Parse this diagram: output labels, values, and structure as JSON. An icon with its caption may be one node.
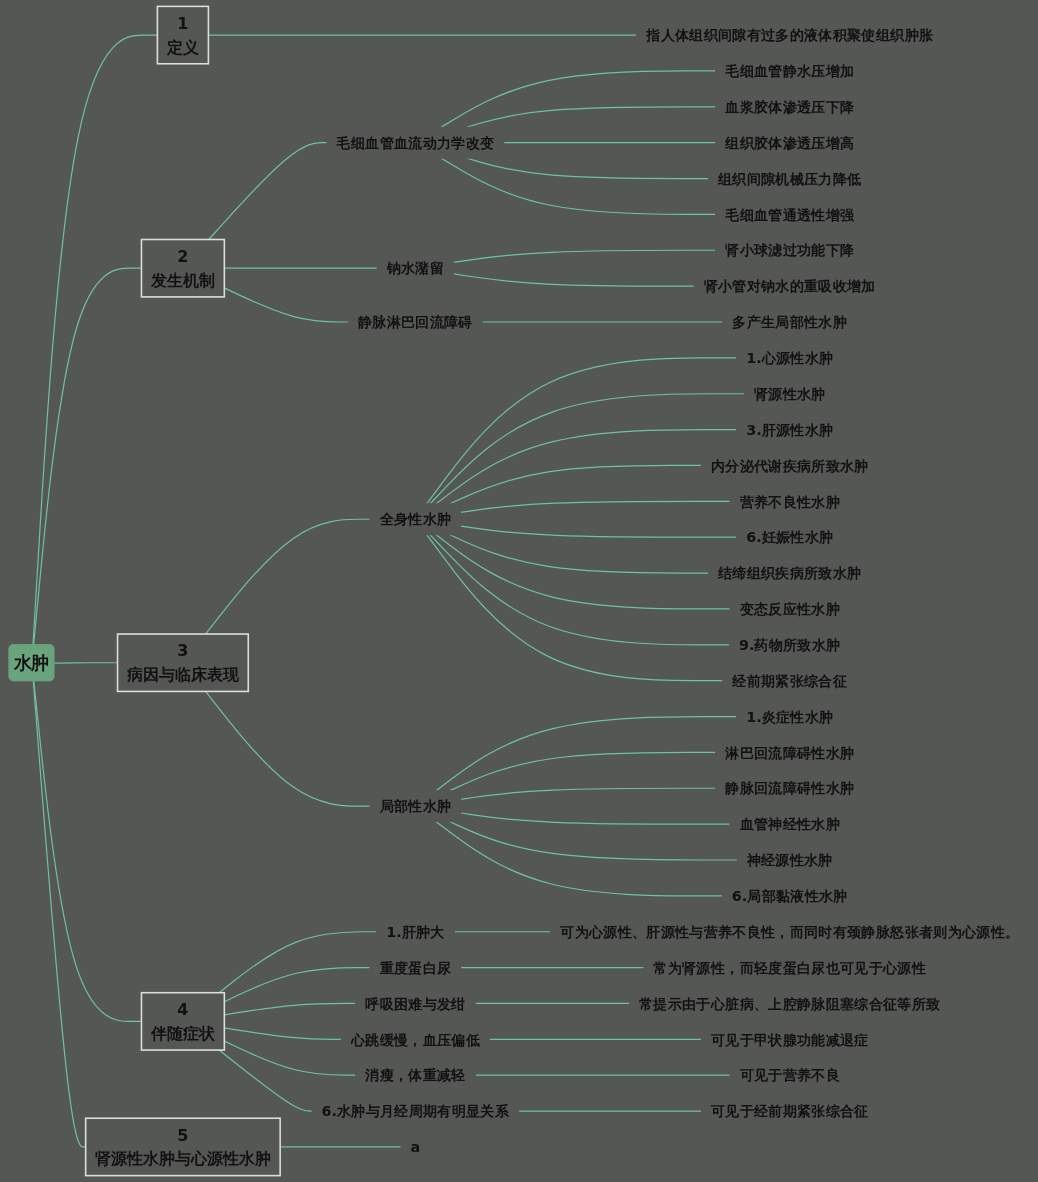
{
  "diagram": {
    "nodes": [
      {
        "text": [
          "水肿"
        ]
      },
      {
        "text": [
          "1",
          "定义"
        ]
      },
      {
        "text": [
          "指人体组织间隙有过多的液体积聚使组织肿胀"
        ]
      },
      {
        "text": [
          "2",
          "发生机制"
        ]
      },
      {
        "text": [
          "毛细血管血流动力学改变"
        ]
      },
      {
        "text": [
          "毛细血管静水压增加"
        ]
      },
      {
        "text": [
          "血浆胶体渗透压下降"
        ]
      },
      {
        "text": [
          "组织胶体渗透压增高"
        ]
      },
      {
        "text": [
          "组织间隙机械压力降低"
        ]
      },
      {
        "text": [
          "毛细血管通透性增强"
        ]
      },
      {
        "text": [
          "钠水潴留"
        ]
      },
      {
        "text": [
          "肾小球滤过功能下降"
        ]
      },
      {
        "text": [
          "肾小管对钠水的重吸收增加"
        ]
      },
      {
        "text": [
          "静脉淋巴回流障碍"
        ]
      },
      {
        "text": [
          "多产生局部性水肿"
        ]
      },
      {
        "text": [
          "3",
          "病因与临床表现"
        ]
      },
      {
        "text": [
          "全身性水肿"
        ]
      },
      {
        "text": [
          "1.心源性水肿"
        ]
      },
      {
        "text": [
          "肾源性水肿"
        ]
      },
      {
        "text": [
          "3.肝源性水肿"
        ]
      },
      {
        "text": [
          "内分泌代谢疾病所致水肿"
        ]
      },
      {
        "text": [
          "营养不良性水肿"
        ]
      },
      {
        "text": [
          "6.妊娠性水肿"
        ]
      },
      {
        "text": [
          "结缔组织疾病所致水肿"
        ]
      },
      {
        "text": [
          "变态反应性水肿"
        ]
      },
      {
        "text": [
          "9.药物所致水肿"
        ]
      },
      {
        "text": [
          "经前期紧张综合征"
        ]
      },
      {
        "text": [
          "局部性水肿"
        ]
      },
      {
        "text": [
          "1.炎症性水肿"
        ]
      },
      {
        "text": [
          "淋巴回流障碍性水肿"
        ]
      },
      {
        "text": [
          "静脉回流障碍性水肿"
        ]
      },
      {
        "text": [
          "血管神经性水肿"
        ]
      },
      {
        "text": [
          "神经源性水肿"
        ]
      },
      {
        "text": [
          "6.局部黏液性水肿"
        ]
      },
      {
        "text": [
          "4",
          "伴随症状"
        ]
      },
      {
        "text": [
          "1.肝肿大"
        ]
      },
      {
        "text": [
          "可为心源性、肝源性与营养不良性，而同时有颈静脉怒张者则为心源性。"
        ]
      },
      {
        "text": [
          "重度蛋白尿"
        ]
      },
      {
        "text": [
          "常为肾源性，而轻度蛋白尿也可见于心源性"
        ]
      },
      {
        "text": [
          "呼吸困难与发绀"
        ]
      },
      {
        "text": [
          "常提示由于心脏病、上腔静脉阻塞综合征等所致"
        ]
      },
      {
        "text": [
          "心跳缓慢，血压偏低"
        ]
      },
      {
        "text": [
          "可见于甲状腺功能减退症"
        ]
      },
      {
        "text": [
          "消瘦，体重减轻"
        ]
      },
      {
        "text": [
          "可见于营养不良"
        ]
      },
      {
        "text": [
          "6.水肿与月经周期有明显关系"
        ]
      },
      {
        "text": [
          "可见于经前期紧张综合征"
        ]
      },
      {
        "text": [
          "5",
          "肾源性水肿与心源性水肿"
        ]
      },
      {
        "text": [
          "a"
        ]
      }
    ],
    "edges": [
      {
        "from": 0,
        "to": 1,
        "arrow": "none"
      },
      {
        "from": 1,
        "to": 2,
        "arrow": "none"
      },
      {
        "from": 0,
        "to": 3,
        "arrow": "none"
      },
      {
        "from": 3,
        "to": 4,
        "arrow": "none"
      },
      {
        "from": 4,
        "to": 5,
        "arrow": "none"
      },
      {
        "from": 4,
        "to": 6,
        "arrow": "none"
      },
      {
        "from": 4,
        "to": 7,
        "arrow": "none"
      },
      {
        "from": 4,
        "to": 8,
        "arrow": "none"
      },
      {
        "from": 4,
        "to": 9,
        "arrow": "none"
      },
      {
        "from": 3,
        "to": 10,
        "arrow": "none"
      },
      {
        "from": 10,
        "to": 11,
        "arrow": "none"
      },
      {
        "from": 10,
        "to": 12,
        "arrow": "none"
      },
      {
        "from": 3,
        "to": 13,
        "arrow": "none"
      },
      {
        "from": 13,
        "to": 14,
        "arrow": "none"
      },
      {
        "from": 0,
        "to": 15,
        "arrow": "none"
      },
      {
        "from": 15,
        "to": 16,
        "arrow": "none"
      },
      {
        "from": 16,
        "to": 17,
        "arrow": "none"
      },
      {
        "from": 16,
        "to": 18,
        "arrow": "none"
      },
      {
        "from": 16,
        "to": 19,
        "arrow": "none"
      },
      {
        "from": 16,
        "to": 20,
        "arrow": "none"
      },
      {
        "from": 16,
        "to": 21,
        "arrow": "none"
      },
      {
        "from": 16,
        "to": 22,
        "arrow": "none"
      },
      {
        "from": 16,
        "to": 23,
        "arrow": "none"
      },
      {
        "from": 16,
        "to": 24,
        "arrow": "none"
      },
      {
        "from": 16,
        "to": 25,
        "arrow": "none"
      },
      {
        "from": 16,
        "to": 26,
        "arrow": "none"
      },
      {
        "from": 15,
        "to": 27,
        "arrow": "none"
      },
      {
        "from": 27,
        "to": 28,
        "arrow": "none"
      },
      {
        "from": 27,
        "to": 29,
        "arrow": "none"
      },
      {
        "from": 27,
        "to": 30,
        "arrow": "none"
      },
      {
        "from": 27,
        "to": 31,
        "arrow": "none"
      },
      {
        "from": 27,
        "to": 32,
        "arrow": "none"
      },
      {
        "from": 27,
        "to": 33,
        "arrow": "none"
      },
      {
        "from": 0,
        "to": 34,
        "arrow": "none"
      },
      {
        "from": 34,
        "to": 35,
        "arrow": "none"
      },
      {
        "from": 35,
        "to": 36,
        "arrow": "none"
      },
      {
        "from": 34,
        "to": 37,
        "arrow": "none"
      },
      {
        "from": 37,
        "to": 38,
        "arrow": "none"
      },
      {
        "from": 34,
        "to": 39,
        "arrow": "none"
      },
      {
        "from": 39,
        "to": 40,
        "arrow": "none"
      },
      {
        "from": 34,
        "to": 41,
        "arrow": "none"
      },
      {
        "from": 41,
        "to": 42,
        "arrow": "none"
      },
      {
        "from": 34,
        "to": 43,
        "arrow": "none"
      },
      {
        "from": 43,
        "to": 44,
        "arrow": "none"
      },
      {
        "from": 34,
        "to": 45,
        "arrow": "none"
      },
      {
        "from": 45,
        "to": 46,
        "arrow": "none"
      },
      {
        "from": 0,
        "to": 47,
        "arrow": "none"
      },
      {
        "from": 47,
        "to": 48,
        "arrow": "none"
      }
    ]
  }
}
